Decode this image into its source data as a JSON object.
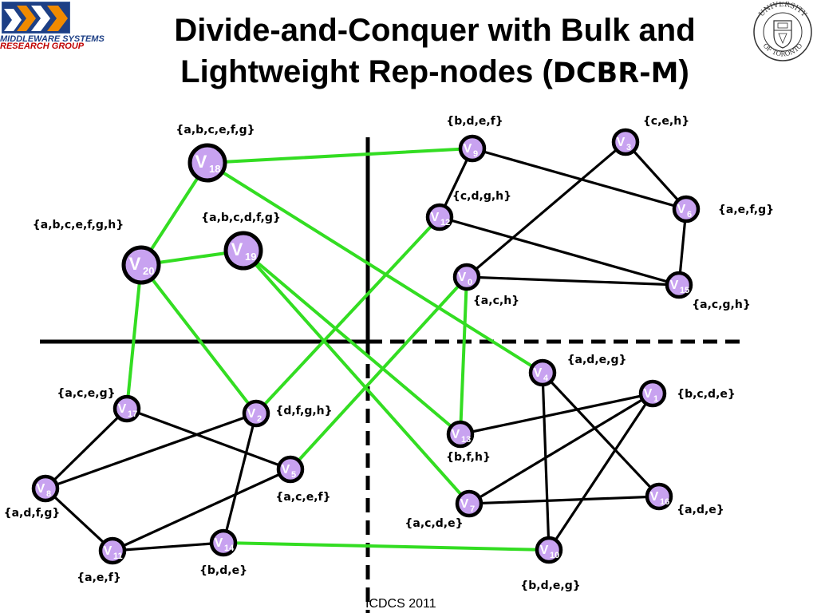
{
  "header": {
    "title_line1": "Divide-and-Conquer with Bulk and",
    "title_line2": "Lightweight Rep-nodes (",
    "title_acronym": "DCBR-M",
    "title_close": ")",
    "lab_line1": "MIDDLEWARE SYSTEMS",
    "lab_line2": "RESEARCH GROUP",
    "seal_top_text": "UNIVERSITY",
    "seal_bottom_text": "OF TORONTO"
  },
  "footer": {
    "text": "ICDCS 2011"
  },
  "colors": {
    "node_fill": "#c8a2f0",
    "node_stroke": "#000000",
    "plain_edge": "#000000",
    "rep_edge": "#33dd22",
    "divider": "#000000"
  },
  "nodes": [
    {
      "id": "v18",
      "letter": "V",
      "sub": "18",
      "set": "{a,b,c,e,f,g}",
      "size": "big"
    },
    {
      "id": "v19",
      "letter": "V",
      "sub": "19",
      "set": "{a,b,c,d,f,g}",
      "size": "big"
    },
    {
      "id": "v20",
      "letter": "V",
      "sub": "20",
      "set": "{a,b,c,e,f,g,h}",
      "size": "big"
    },
    {
      "id": "v9",
      "letter": "V",
      "sub": "9",
      "set": "{b,d,e,f}"
    },
    {
      "id": "v3",
      "letter": "V",
      "sub": "3",
      "set": "{c,e,h}"
    },
    {
      "id": "v12",
      "letter": "V",
      "sub": "12",
      "set": "{c,d,g,h}"
    },
    {
      "id": "v6",
      "letter": "V",
      "sub": "6",
      "set": "{a,e,f,g}"
    },
    {
      "id": "v0",
      "letter": "V",
      "sub": "0",
      "set": "{a,c,h}"
    },
    {
      "id": "v15",
      "letter": "V",
      "sub": "15",
      "set": "{a,c,g,h}"
    },
    {
      "id": "v17",
      "letter": "V",
      "sub": "17",
      "set": "{a,c,e,g}"
    },
    {
      "id": "v2",
      "letter": "V",
      "sub": "2",
      "set": "{d,f,g,h}"
    },
    {
      "id": "v5",
      "letter": "V",
      "sub": "5",
      "set": "{a,c,e,f}"
    },
    {
      "id": "v8",
      "letter": "V",
      "sub": "8",
      "set": "{a,d,f,g}"
    },
    {
      "id": "v11",
      "letter": "V",
      "sub": "11",
      "set": "{a,e,f}"
    },
    {
      "id": "v14",
      "letter": "V",
      "sub": "14",
      "set": "{b,d,e}"
    },
    {
      "id": "v4",
      "letter": "V",
      "sub": "4",
      "set": "{a,d,e,g}"
    },
    {
      "id": "v1",
      "letter": "V",
      "sub": "1",
      "set": "{b,c,d,e}"
    },
    {
      "id": "v13",
      "letter": "V",
      "sub": "13",
      "set": "{b,f,h}"
    },
    {
      "id": "v7",
      "letter": "V",
      "sub": "7",
      "set": "{a,c,d,e}"
    },
    {
      "id": "v16",
      "letter": "V",
      "sub": "16",
      "set": "{a,d,e}"
    },
    {
      "id": "v10",
      "letter": "V",
      "sub": "10",
      "set": "{b,d,e,g}"
    }
  ],
  "edges": [
    {
      "from": "v9",
      "to": "v6",
      "kind": "plain"
    },
    {
      "from": "v9",
      "to": "v12",
      "kind": "plain"
    },
    {
      "from": "v3",
      "to": "v6",
      "kind": "plain"
    },
    {
      "from": "v3",
      "to": "v0",
      "kind": "plain"
    },
    {
      "from": "v12",
      "to": "v15",
      "kind": "plain"
    },
    {
      "from": "v6",
      "to": "v15",
      "kind": "plain"
    },
    {
      "from": "v0",
      "to": "v15",
      "kind": "plain"
    },
    {
      "from": "v17",
      "to": "v8",
      "kind": "plain"
    },
    {
      "from": "v17",
      "to": "v5",
      "kind": "plain"
    },
    {
      "from": "v8",
      "to": "v2",
      "kind": "plain"
    },
    {
      "from": "v8",
      "to": "v11",
      "kind": "plain"
    },
    {
      "from": "v2",
      "to": "v14",
      "kind": "plain"
    },
    {
      "from": "v5",
      "to": "v11",
      "kind": "plain"
    },
    {
      "from": "v11",
      "to": "v14",
      "kind": "plain"
    },
    {
      "from": "v4",
      "to": "v10",
      "kind": "plain"
    },
    {
      "from": "v4",
      "to": "v16",
      "kind": "plain"
    },
    {
      "from": "v1",
      "to": "v13",
      "kind": "plain"
    },
    {
      "from": "v1",
      "to": "v7",
      "kind": "plain"
    },
    {
      "from": "v1",
      "to": "v10",
      "kind": "plain"
    },
    {
      "from": "v7",
      "to": "v16",
      "kind": "plain"
    },
    {
      "from": "v18",
      "to": "v9",
      "kind": "rep"
    },
    {
      "from": "v18",
      "to": "v20",
      "kind": "rep"
    },
    {
      "from": "v18",
      "to": "v4",
      "kind": "rep"
    },
    {
      "from": "v20",
      "to": "v19",
      "kind": "rep"
    },
    {
      "from": "v20",
      "to": "v17",
      "kind": "rep"
    },
    {
      "from": "v20",
      "to": "v2",
      "kind": "rep"
    },
    {
      "from": "v19",
      "to": "v13",
      "kind": "rep"
    },
    {
      "from": "v19",
      "to": "v7",
      "kind": "rep"
    },
    {
      "from": "v2",
      "to": "v12",
      "kind": "rep"
    },
    {
      "from": "v5",
      "to": "v0",
      "kind": "rep"
    },
    {
      "from": "v0",
      "to": "v13",
      "kind": "rep"
    },
    {
      "from": "v14",
      "to": "v10",
      "kind": "rep"
    }
  ]
}
